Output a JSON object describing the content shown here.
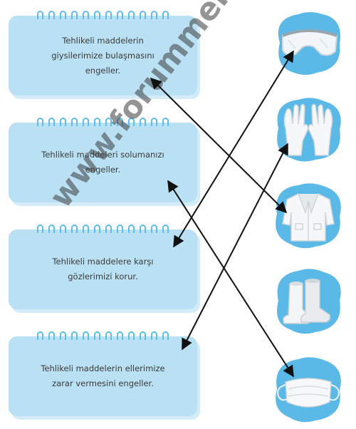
{
  "statements": [
    {
      "lines": [
        "Tehlikeli maddelerin",
        "giysilerimize bulaşmasını",
        "engeller."
      ]
    },
    {
      "lines": [
        "Tehlikeli maddeleri solumanızı",
        "engeller."
      ]
    },
    {
      "lines": [
        "Tehlikeli maddelere karşı",
        "gözlerimizi korur."
      ]
    },
    {
      "lines": [
        "Tehlikeli maddelerin ellerimize",
        "zarar vermesini engeller."
      ]
    }
  ],
  "items": [
    {
      "icon": "safety-goggles-icon"
    },
    {
      "icon": "gloves-icon"
    },
    {
      "icon": "lab-coat-icon"
    },
    {
      "icon": "boots-icon"
    },
    {
      "icon": "face-mask-icon"
    }
  ],
  "watermark": "www.forummeb.com",
  "colors": {
    "card_fill": "#b9e1f3",
    "card_ring": "#5cbde9",
    "icon_bg": "#5ab9e6",
    "arrow": "#111111",
    "text": "#3a3a3a"
  }
}
